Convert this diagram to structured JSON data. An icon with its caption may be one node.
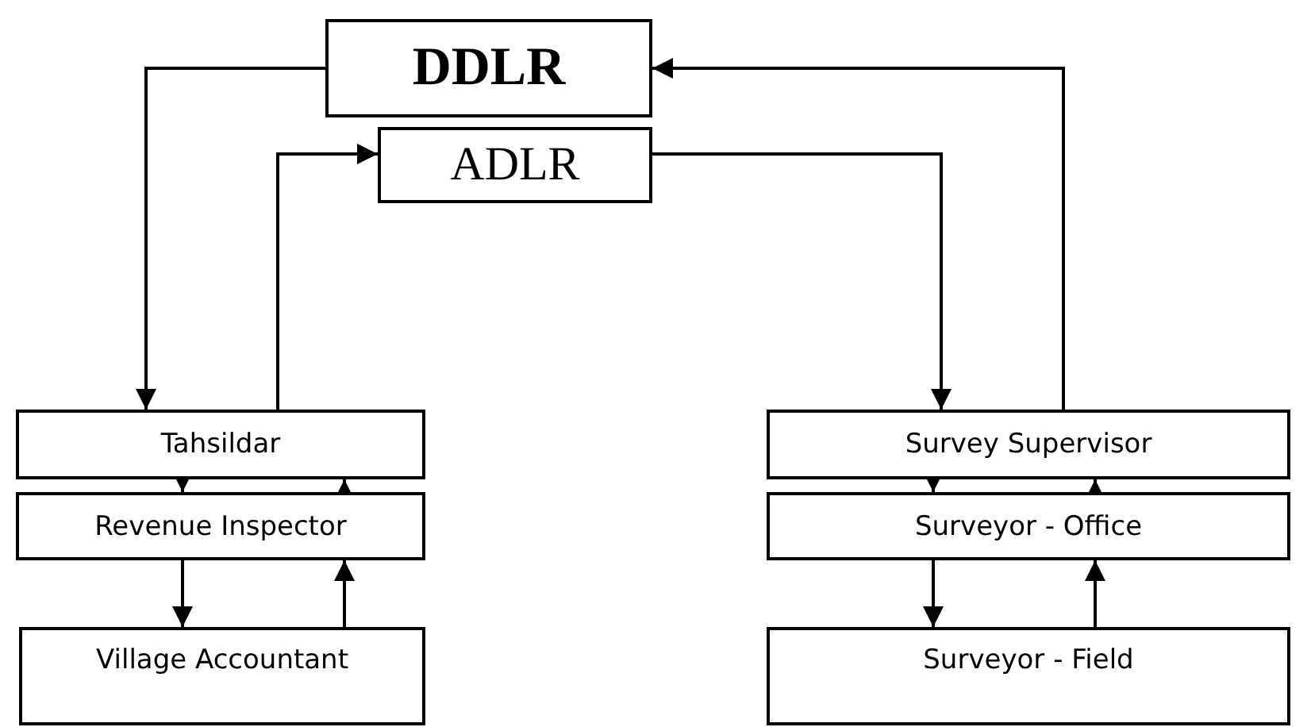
{
  "diagram": {
    "nodes": [
      {
        "text": [
          "DDLR"
        ]
      },
      {
        "text": [
          "ADLR"
        ]
      },
      {
        "text": [
          "Tahsildar"
        ]
      },
      {
        "text": [
          "Revenue Inspector"
        ]
      },
      {
        "text": [
          "Village Accountant"
        ]
      },
      {
        "text": [
          "Survey Supervisor"
        ]
      },
      {
        "text": [
          "Surveyor - Office"
        ]
      },
      {
        "text": [
          "Surveyor - Field"
        ]
      }
    ],
    "edges": [
      {
        "from": 0,
        "to": 2,
        "arrow": "to"
      },
      {
        "from": 2,
        "to": 1,
        "arrow": "to"
      },
      {
        "from": 1,
        "to": 5,
        "arrow": "to"
      },
      {
        "from": 5,
        "to": 0,
        "arrow": "to"
      },
      {
        "from": 2,
        "to": 3,
        "arrow": "to"
      },
      {
        "from": 3,
        "to": 2,
        "arrow": "to"
      },
      {
        "from": 3,
        "to": 4,
        "arrow": "to"
      },
      {
        "from": 4,
        "to": 3,
        "arrow": "to"
      },
      {
        "from": 5,
        "to": 6,
        "arrow": "to"
      },
      {
        "from": 6,
        "to": 5,
        "arrow": "to"
      },
      {
        "from": 6,
        "to": 7,
        "arrow": "to"
      },
      {
        "from": 7,
        "to": 6,
        "arrow": "to"
      }
    ]
  }
}
